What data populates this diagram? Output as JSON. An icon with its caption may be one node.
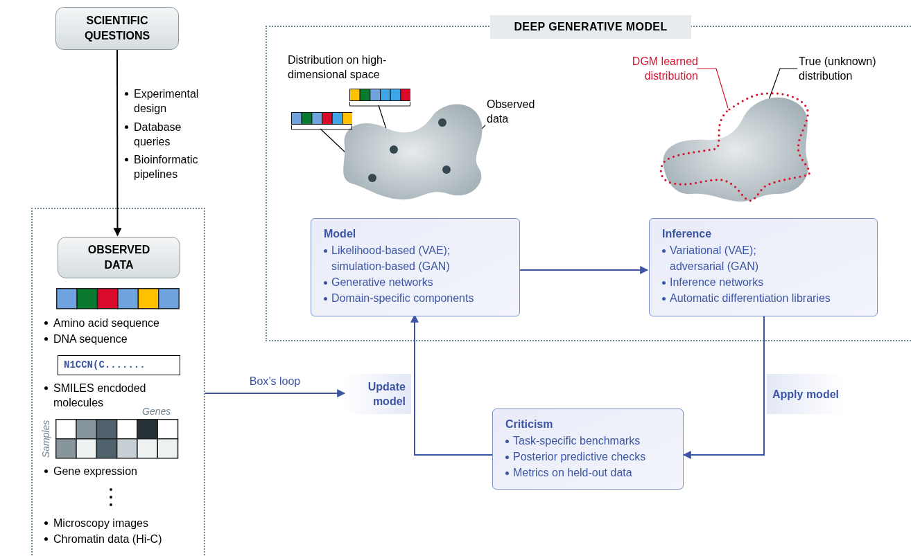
{
  "diagram": {
    "nodes": [
      {
        "text": [
          "SCIENTIFIC QUESTIONS"
        ]
      },
      {
        "text": [],
        "shape": "box"
      },
      {
        "text": [
          "OBSERVED DATA"
        ],
        "in": 1
      },
      {
        "text": [
          "N1CCN(C......."
        ],
        "in": 1
      },
      {
        "text": [
          "DEEP GENERATIVE MODEL"
        ]
      },
      {
        "text": [
          "Model",
          "Likelihood-based (VAE); simulation-based (GAN)",
          "Generative networks",
          "Domain-specific components"
        ],
        "in": 4
      },
      {
        "text": [
          "Inference",
          "Variational (VAE); adversarial (GAN)",
          "Inference networks",
          "Automatic differentiation libraries"
        ],
        "in": 4
      },
      {
        "text": [
          "Criticism",
          "Task-specific benchmarks",
          "Posterior predictive checks",
          "Metrics on held-out data"
        ]
      },
      {
        "text": [],
        "shape": "picture",
        "in": 4
      },
      {
        "text": [],
        "shape": "circle",
        "in": 8
      },
      {
        "text": [],
        "shape": "circle",
        "in": 8
      },
      {
        "text": [],
        "shape": "circle",
        "in": 8
      },
      {
        "text": [],
        "shape": "bar",
        "in": 4
      },
      {
        "text": [],
        "shape": "bar",
        "in": 4
      },
      {
        "text": [
          "Observed data"
        ],
        "in": 4
      },
      {
        "text": [
          "DGM learned distribution"
        ],
        "in": 4
      },
      {
        "text": [
          "True (unknown) distribution"
        ],
        "in": 4
      },
      {
        "text": [],
        "shape": "picture",
        "in": 4
      },
      {
        "text": [],
        "shape": "picture",
        "in": 4
      },
      {
        "text": [
          "Update model"
        ]
      },
      {
        "text": [
          "Apply model"
        ]
      }
    ],
    "edges": [
      {
        "from": 0,
        "to": 2,
        "arrow": "to",
        "color": "#000000"
      },
      {
        "from": 5,
        "to": 6,
        "arrow": "to",
        "color": "#3b55a3"
      },
      {
        "from": 6,
        "to": 7,
        "arrow": "to",
        "color": "#3b55a3"
      },
      {
        "from": 7,
        "to": 5,
        "arrow": "to",
        "color": "#3b55a3"
      },
      {
        "from": 1,
        "to": 19,
        "arrow": "to",
        "label": "Box’s loop",
        "color": "#3b55a3"
      },
      {
        "from": 12,
        "to": 9,
        "arrow": "none",
        "color": "#000000"
      },
      {
        "from": 13,
        "to": 10,
        "arrow": "none",
        "color": "#000000"
      },
      {
        "from": 14,
        "to": 11,
        "arrow": "none",
        "color": "#000000"
      },
      {
        "from": 15,
        "to": 18,
        "arrow": "none",
        "color": "#d7132f"
      },
      {
        "from": 16,
        "to": 17,
        "arrow": "none",
        "color": "#000000"
      }
    ],
    "labels": [
      "Experimental design",
      "Database queries",
      "Bioinformatic pipelines",
      "Amino acid sequence",
      "DNA sequence",
      "SMILES encdoded molecules",
      "Genes",
      "Samples",
      "Gene expression",
      "Microscopy images",
      "Chromatin data (Hi-C)",
      "Distribution on high-dimensional space"
    ]
  }
}
